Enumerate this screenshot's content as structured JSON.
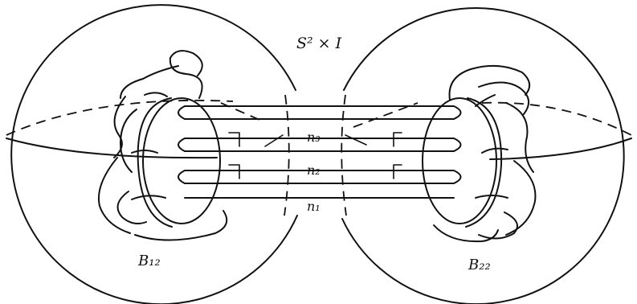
{
  "labels": {
    "space": "S² × I",
    "n1": "n₁",
    "n2": "n₂",
    "n3": "n₃",
    "b12": "B₁₂",
    "b22": "B₂₂"
  }
}
